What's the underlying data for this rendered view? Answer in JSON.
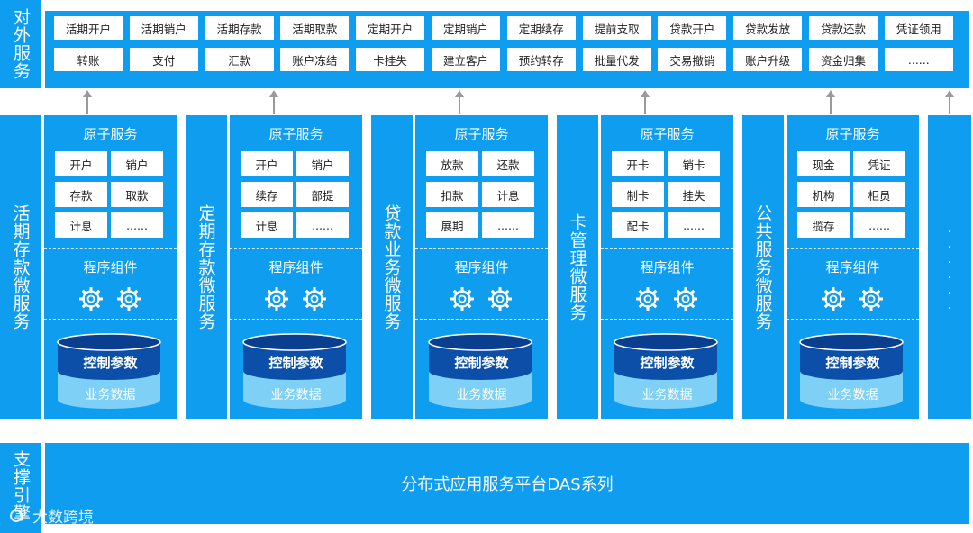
{
  "top": {
    "label": "对外服务",
    "row1": [
      "活期开户",
      "活期销户",
      "活期存款",
      "活期取款",
      "定期开户",
      "定期销户",
      "定期续存",
      "提前支取",
      "贷款开户",
      "贷款发放",
      "贷款还款",
      "凭证领用"
    ],
    "row2": [
      "转账",
      "支付",
      "汇款",
      "账户冻结",
      "卡挂失",
      "建立客户",
      "预约转存",
      "批量代发",
      "交易撤销",
      "账户升级",
      "资金归集",
      "......"
    ]
  },
  "microservices": [
    {
      "label": "活期存款微服务",
      "atom_title": "原子服务",
      "atoms": [
        "开户",
        "销户",
        "存款",
        "取款",
        "计息",
        "......"
      ],
      "component_title": "程序组件",
      "db_top": "控制参数",
      "db_bottom": "业务数据"
    },
    {
      "label": "定期存款微服务",
      "atom_title": "原子服务",
      "atoms": [
        "开户",
        "销户",
        "续存",
        "部提",
        "计息",
        "......"
      ],
      "component_title": "程序组件",
      "db_top": "控制参数",
      "db_bottom": "业务数据"
    },
    {
      "label": "贷款业务微服务",
      "atom_title": "原子服务",
      "atoms": [
        "放款",
        "还款",
        "扣款",
        "计息",
        "展期",
        "......"
      ],
      "component_title": "程序组件",
      "db_top": "控制参数",
      "db_bottom": "业务数据"
    },
    {
      "label": "卡管理微服务",
      "atom_title": "原子服务",
      "atoms": [
        "开卡",
        "销卡",
        "制卡",
        "挂失",
        "配卡",
        "......"
      ],
      "component_title": "程序组件",
      "db_top": "控制参数",
      "db_bottom": "业务数据"
    },
    {
      "label": "公共服务微服务",
      "atom_title": "原子服务",
      "atoms": [
        "现金",
        "凭证",
        "机构",
        "柜员",
        "揽存",
        "......"
      ],
      "component_title": "程序组件",
      "db_top": "控制参数",
      "db_bottom": "业务数据"
    }
  ],
  "more": "......",
  "bottom": {
    "label": "支撑引擎",
    "text": "分布式应用服务平台DAS系列"
  },
  "watermark": "大数跨境",
  "colors": {
    "primary": "#0f9df0",
    "db_dark": "#0b4fa8",
    "db_light": "#7fd0f7"
  }
}
